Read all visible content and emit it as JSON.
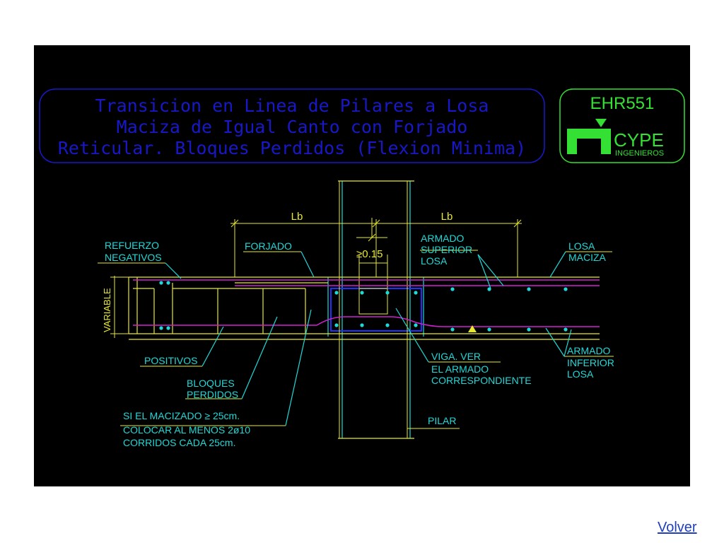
{
  "title": {
    "line1": "Transicion en Linea de Pilares a Losa",
    "line2": "Maciza de Igual Canto con Forjado",
    "line3": "Reticular. Bloques Perdidos (Flexion Minima)"
  },
  "logo": {
    "code": "EHR551",
    "brand": "CYPE",
    "sub": "INGENIEROS"
  },
  "dimensions": {
    "lb_left": "Lb",
    "lb_right": "Lb",
    "min_width": "≥0.15",
    "variable": "VARIABLE"
  },
  "labels": {
    "refuerzo_1": "REFUERZO",
    "refuerzo_2": "NEGATIVOS",
    "forjado": "FORJADO",
    "armado_sup_1": "ARMADO",
    "armado_sup_2": "SUPERIOR",
    "armado_sup_3": "LOSA",
    "losa_1": "LOSA",
    "losa_2": "MACIZA",
    "positivos": "POSITIVOS",
    "bloques_1": "BLOQUES",
    "bloques_2": "PERDIDOS",
    "viga_1": "VIGA. VER",
    "viga_2": "EL ARMADO",
    "viga_3": "CORRESPONDIENTE",
    "armado_inf_1": "ARMADO",
    "armado_inf_2": "INFERIOR",
    "armado_inf_3": "LOSA",
    "note_1": "SI EL MACIZADO ≥ 25cm.",
    "note_2": "COLOCAR AL MENOS 2ø10",
    "note_3": "CORRIDOS CADA 25cm.",
    "pilar": "PILAR"
  },
  "nav": {
    "back": "Volver"
  },
  "colors": {
    "background": "#000000",
    "title": "#1818c8",
    "logo": "#33e033",
    "structure": "#e8e830",
    "labels": "#20d8d8",
    "rebar": "#d020d0",
    "beam": "#2030ff"
  }
}
